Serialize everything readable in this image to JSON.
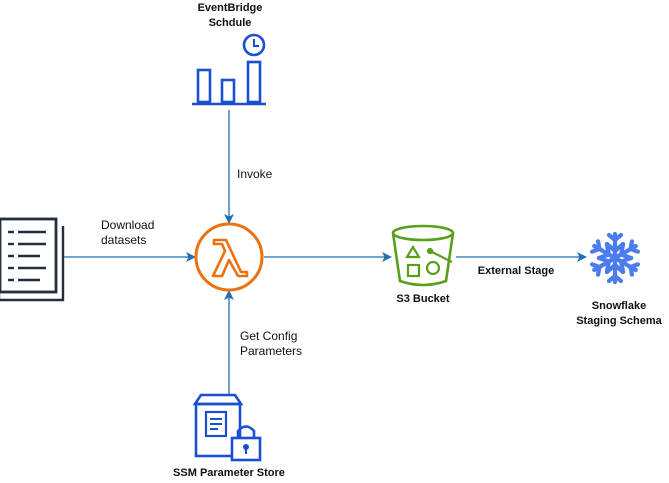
{
  "nodes": {
    "eventbridge": {
      "label_line1": "EventBridge",
      "label_line2": "Schdule",
      "icon": "eventbridge-scheduler-icon",
      "color": "#1a4fd1"
    },
    "lambda": {
      "icon": "lambda-icon",
      "color": "#ec7211"
    },
    "datasets": {
      "icon": "document-list-icon",
      "color": "#232f3e"
    },
    "s3": {
      "label": "S3 Bucket",
      "icon": "s3-bucket-icon",
      "color": "#5a9f1a"
    },
    "snowflake": {
      "label_line1": "Snowflake",
      "label_line2": "Staging Schema",
      "icon": "snowflake-icon",
      "color": "#4a7cf0"
    },
    "ssm": {
      "label": "SSM Parameter Store",
      "icon": "ssm-parameter-store-icon",
      "color": "#1a4fd1"
    }
  },
  "edges": {
    "invoke": {
      "label": "Invoke"
    },
    "download": {
      "label_line1": "Download",
      "label_line2": "datasets"
    },
    "config": {
      "label_line1": "Get Config",
      "label_line2": "Parameters"
    },
    "lambda_to_s3": {
      "label": ""
    },
    "external_stage": {
      "label": "External Stage"
    }
  },
  "colors": {
    "arrow": "#1f6fb2"
  }
}
